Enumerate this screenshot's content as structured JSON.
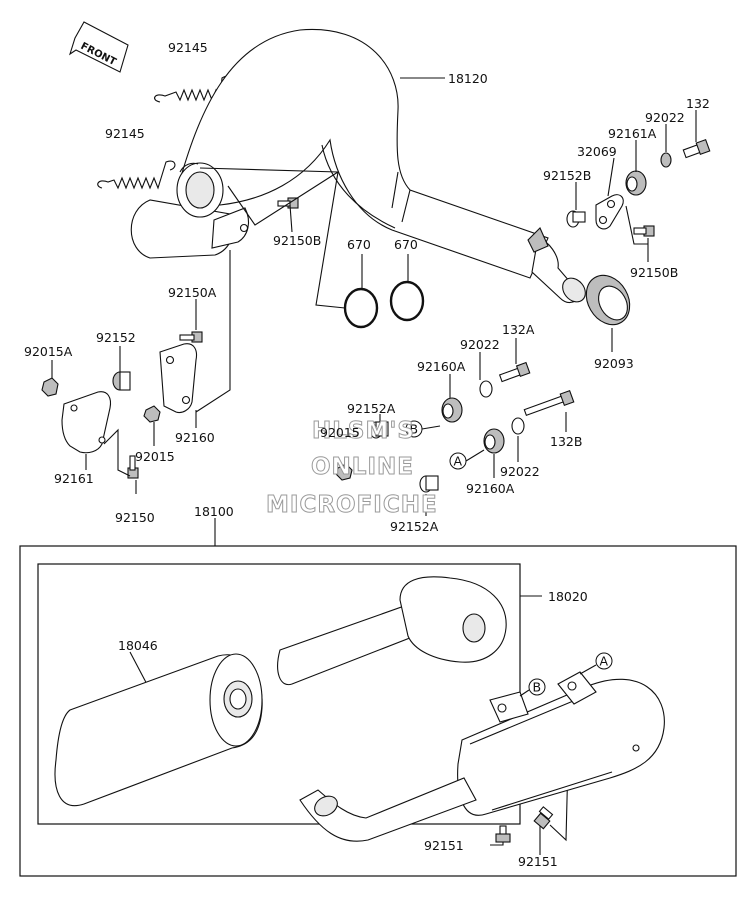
{
  "orientation": {
    "front_label": "FRONT"
  },
  "callouts": {
    "c18120": "18120",
    "c92145a": "92145",
    "c92145b": "92145",
    "c92150B_l": "92150B",
    "c670a": "670",
    "c670b": "670",
    "c132": "132",
    "c92022_t": "92022",
    "c92161A": "92161A",
    "c32069": "32069",
    "c92152B": "92152B",
    "c92150B_r": "92150B",
    "c92093": "92093",
    "c92150A": "92150A",
    "c92015A": "92015A",
    "c92152": "92152",
    "c92160": "92160",
    "c92015_l": "92015",
    "c92161": "92161",
    "c92150": "92150",
    "c132A": "132A",
    "c92022_m": "92022",
    "c92160A_t": "92160A",
    "c92152A_t": "92152A",
    "c92015_m": "92015",
    "c132B": "132B",
    "c92022_b": "92022",
    "c92160A_b": "92160A",
    "c92152A_b": "92152A",
    "c18100": "18100",
    "c18020": "18020",
    "c18046": "18046",
    "c92151_l": "92151",
    "c92151_r": "92151"
  },
  "reference_marks": {
    "a": "A",
    "b": "B"
  },
  "watermark": {
    "line1": "HLSM'S",
    "line2": "ONLINE",
    "line3": "MICROFICHE"
  }
}
